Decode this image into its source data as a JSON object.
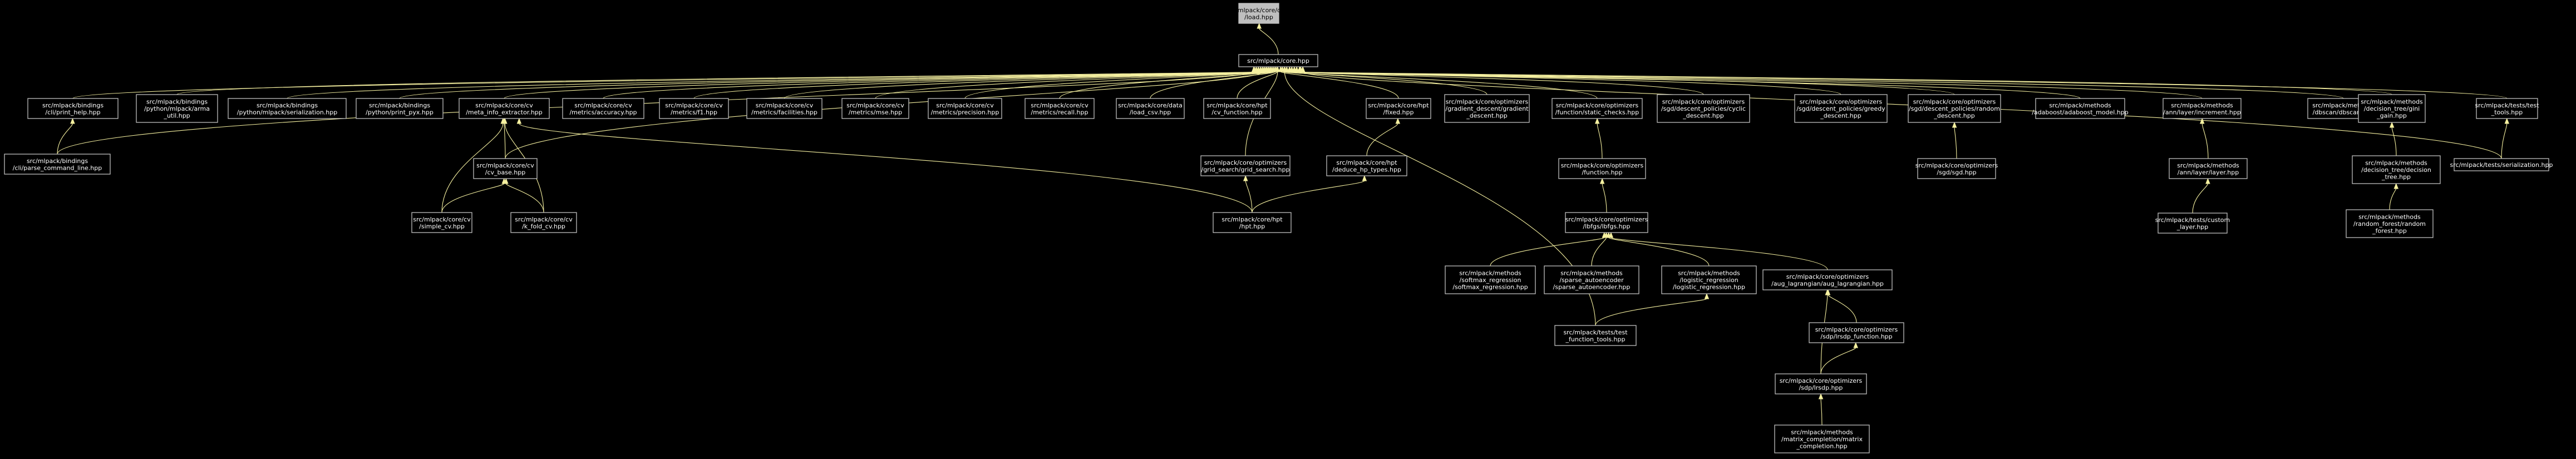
{
  "graph": {
    "nodes": {
      "core_data_load": [
        "src/mlpack/core/data",
        "/load.hpp"
      ],
      "core": [
        "src/mlpack/core.hpp"
      ],
      "print_help": [
        "src/mlpack/bindings",
        "/cli/print_help.hpp"
      ],
      "arma_util": [
        "src/mlpack/bindings",
        "/python/mlpack/arma",
        "_util.hpp"
      ],
      "serialization": [
        "src/mlpack/bindings",
        "/python/mlpack/serialization.hpp"
      ],
      "print_pyx": [
        "src/mlpack/bindings",
        "/python/print_pyx.hpp"
      ],
      "meta_info": [
        "src/mlpack/core/cv",
        "/meta_info_extractor.hpp"
      ],
      "accuracy": [
        "src/mlpack/core/cv",
        "/metrics/accuracy.hpp"
      ],
      "f1": [
        "src/mlpack/core/cv",
        "/metrics/f1.hpp"
      ],
      "facilities": [
        "src/mlpack/core/cv",
        "/metrics/facilities.hpp"
      ],
      "mse": [
        "src/mlpack/core/cv",
        "/metrics/mse.hpp"
      ],
      "precision": [
        "src/mlpack/core/cv",
        "/metrics/precision.hpp"
      ],
      "recall": [
        "src/mlpack/core/cv",
        "/metrics/recall.hpp"
      ],
      "load_csv": [
        "src/mlpack/core/data",
        "/load_csv.hpp"
      ],
      "cv_function": [
        "src/mlpack/core/hpt",
        "/cv_function.hpp"
      ],
      "fixed": [
        "src/mlpack/core/hpt",
        "/fixed.hpp"
      ],
      "gd_gradient": [
        "src/mlpack/core/optimizers",
        "/gradient_descent/gradient",
        "_descent.hpp"
      ],
      "static_checks": [
        "src/mlpack/core/optimizers",
        "/function/static_checks.hpp"
      ],
      "sgd_cyclic": [
        "src/mlpack/core/optimizers",
        "/sgd/descent_policies/cyclic",
        "_descent.hpp"
      ],
      "sgd_greedy": [
        "src/mlpack/core/optimizers",
        "/sgd/descent_policies/greedy",
        "_descent.hpp"
      ],
      "sgd_random": [
        "src/mlpack/core/optimizers",
        "/sgd/descent_policies/random",
        "_descent.hpp"
      ],
      "adaboost": [
        "src/mlpack/methods",
        "/adaboost/adaboost_model.hpp"
      ],
      "increment": [
        "src/mlpack/methods",
        "/ann/layer/increment.hpp"
      ],
      "dbscan": [
        "src/mlpack/methods",
        "/dbscan/dbscan.hpp"
      ],
      "gini_gain": [
        "src/mlpack/methods",
        "/decision_tree/gini",
        "_gain.hpp"
      ],
      "test_tools": [
        "src/mlpack/tests/test",
        "_tools.hpp"
      ],
      "parse_cmd": [
        "src/mlpack/bindings",
        "/cli/parse_command_line.hpp"
      ],
      "cv_base": [
        "src/mlpack/core/cv",
        "/cv_base.hpp"
      ],
      "grid_search": [
        "src/mlpack/core/optimizers",
        "/grid_search/grid_search.hpp"
      ],
      "deduce_hp": [
        "src/mlpack/core/hpt",
        "/deduce_hp_types.hpp"
      ],
      "function_hpp": [
        "src/mlpack/core/optimizers",
        "/function.hpp"
      ],
      "sgd": [
        "src/mlpack/core/optimizers",
        "/sgd/sgd.hpp"
      ],
      "ann_layer": [
        "src/mlpack/methods",
        "/ann/layer/layer.hpp"
      ],
      "decision_tree": [
        "src/mlpack/methods",
        "/decision_tree/decision",
        "_tree.hpp"
      ],
      "tests_serialization": [
        "src/mlpack/tests/serialization.hpp"
      ],
      "simple_cv": [
        "src/mlpack/core/cv",
        "/simple_cv.hpp"
      ],
      "k_fold_cv": [
        "src/mlpack/core/cv",
        "/k_fold_cv.hpp"
      ],
      "hpt": [
        "src/mlpack/core/hpt",
        "/hpt.hpp"
      ],
      "bfgs": [
        "src/mlpack/core/optimizers",
        "/lbfgs/lbfgs.hpp"
      ],
      "custom_layer": [
        "src/mlpack/tests/custom",
        "_layer.hpp"
      ],
      "random_forest": [
        "src/mlpack/methods",
        "/random_forest/random",
        "_forest.hpp"
      ],
      "softmax": [
        "src/mlpack/methods",
        "/softmax_regression",
        "/softmax_regression.hpp"
      ],
      "sparse_ae": [
        "src/mlpack/methods",
        "/sparse_autoencoder",
        "/sparse_autoencoder.hpp"
      ],
      "logistic": [
        "src/mlpack/methods",
        "/logistic_regression",
        "/logistic_regression.hpp"
      ],
      "aug_lag": [
        "src/mlpack/core/optimizers",
        "/aug_lagrangian/aug_lagrangian.hpp"
      ],
      "test_function_tools": [
        "src/mlpack/tests/test",
        "_function_tools.hpp"
      ],
      "lrsdp_function": [
        "src/mlpack/core/optimizers",
        "/sdp/lrsdp_function.hpp"
      ],
      "lrsdp": [
        "src/mlpack/core/optimizers",
        "/sdp/lrsdp.hpp"
      ],
      "matrix_completion": [
        "src/mlpack/methods",
        "/matrix_completion/matrix",
        "_completion.hpp"
      ]
    }
  }
}
